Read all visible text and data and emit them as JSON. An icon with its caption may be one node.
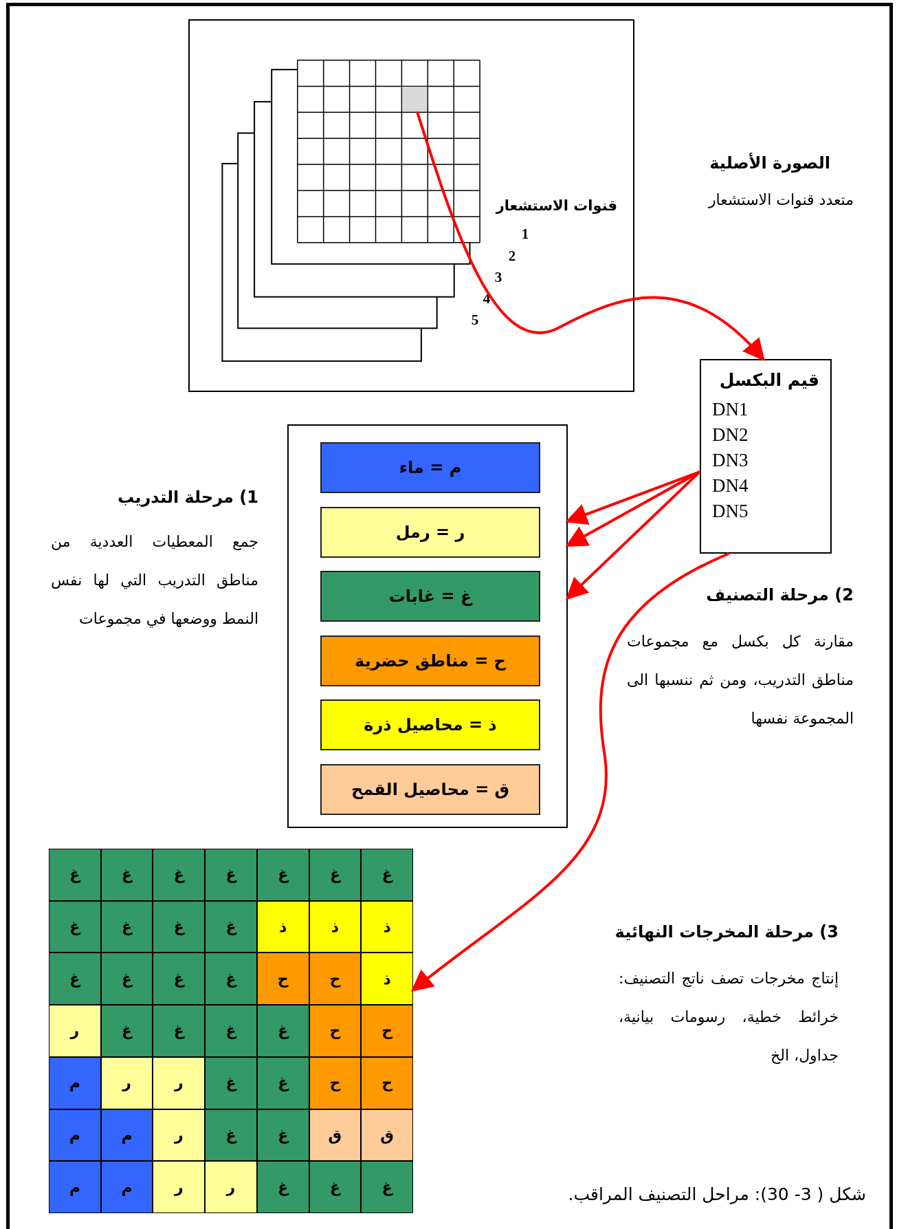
{
  "diagram": {
    "caption": "شكل ( 3- 30): مراحل التصنيف المراقب.",
    "nodes": [
      {
        "text": [],
        "shape": "box"
      },
      {
        "text": [],
        "shape": "box",
        "in": 0
      },
      {
        "text": [
          "قيم البكسل",
          "DN1",
          "DN2",
          "DN3",
          "DN4",
          "DN5"
        ]
      },
      {
        "text": [],
        "shape": "box"
      },
      {
        "text": [
          "م = ماء"
        ],
        "in": 3
      },
      {
        "text": [
          "ر = رمل"
        ],
        "in": 3
      },
      {
        "text": [
          "غ = غابات"
        ],
        "in": 3
      },
      {
        "text": [
          "ح = مناطق حضرية"
        ],
        "in": 3
      },
      {
        "text": [
          "ذ = محاصيل ذرة"
        ],
        "in": 3
      },
      {
        "text": [
          "ق = محاصيل القمح"
        ],
        "in": 3
      },
      {
        "text": [],
        "shape": "box"
      }
    ],
    "edges": [
      {
        "from": 1,
        "to": 2,
        "arrow": "to"
      },
      {
        "from": 2,
        "to": 3,
        "arrow": "to"
      },
      {
        "from": 2,
        "to": 3,
        "arrow": "to"
      },
      {
        "from": 2,
        "to": 3,
        "arrow": "to"
      },
      {
        "from": 2,
        "to": 10,
        "arrow": "to"
      }
    ],
    "labels": [
      "الصورة الأصلية",
      "قنوات الاستشعار",
      "متعدد قنوات الاستشعار",
      "1",
      "2",
      "3",
      "4",
      "5",
      "1) مرحلة التدريب",
      "جمع المعطيات العددية من مناطق التدريب التي لها نفس النمط ووضعها في مجموعات",
      "2) مرحلة التصنيف",
      "مقارنة كل بكسل مع مجموعات مناطق التدريب، ومن ثم ننسبها الى المجموعة نفسها",
      "3) مرحلة المخرجات النهائية",
      "إنتاج مخرجات تصف ناتج التصنيف: خرائط خطية، رسومات بيانية، جداول، الخ",
      "غ",
      "غ",
      "غ",
      "غ",
      "غ",
      "غ",
      "غ",
      "غ",
      "غ",
      "غ",
      "غ",
      "ذ",
      "ذ",
      "ذ",
      "غ",
      "غ",
      "غ",
      "غ",
      "ح",
      "ح",
      "ذ",
      "ر",
      "غ",
      "غ",
      "غ",
      "غ",
      "ح",
      "ح",
      "م",
      "ر",
      "ر",
      "غ",
      "غ",
      "ح",
      "ح",
      "م",
      "م",
      "ر",
      "غ",
      "غ",
      "ق",
      "ق",
      "م",
      "م",
      "ر",
      "ر",
      "غ",
      "غ",
      "غ"
    ]
  }
}
